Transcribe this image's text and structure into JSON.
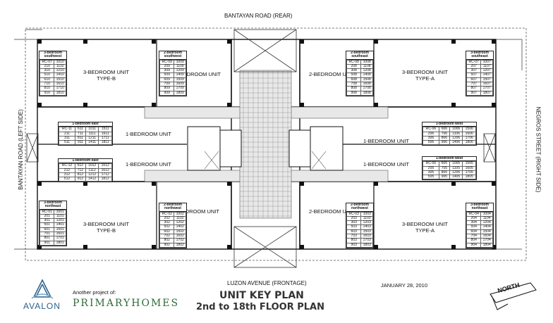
{
  "roads": {
    "top": "BANTAYAN ROAD (REAR)",
    "bottom": "LUZON AVENUE (FRONTAGE)",
    "left": "BANTAYAN ROAD (LEFT SIDE)",
    "right": "NEGROS STREET (RIGHT SIDE)"
  },
  "date": "JANUARY 28, 2010",
  "north_label": "NORTH",
  "title_line1": "UNIT KEY  PLAN",
  "title_line2": "2nd to 18th  FLOOR  PLAN",
  "brand": {
    "logo_text": "AVALON",
    "another": "Another project of:",
    "company": "PRIMARYHOMES"
  },
  "units": {
    "tl_3br": "3-BEDROOM UNIT\nTYPE-B",
    "tl_2br": "2-BEDROOM UNIT",
    "tr_2br": "2-BEDROOM UNIT",
    "tr_3br": "3-BEDROOM UNIT\nTYPE-A",
    "ml_1br_a": "1-BEDROOM UNIT",
    "ml_1br_b": "1-BEDROOM UNIT",
    "mr_1br_a": "1-BEDROOM UNIT",
    "mr_1br_b": "1-BEDROOM UNIT",
    "bl_3br": "3-BEDROOM UNIT\nTYPE-B",
    "bl_2br": "2-BEDROOM UNIT",
    "br_2br": "2-BEDROOM UNIT",
    "br_3br": "3-BEDROOM UNIT\nTYPE-A"
  },
  "tables": {
    "t3sw": {
      "title": "3-bedroom\nsouthwest",
      "rows": [
        [
          "RC-07",
          "1010"
        ],
        [
          "210",
          "1110"
        ],
        [
          "310",
          "1210"
        ],
        [
          "510",
          "1410"
        ],
        [
          "610",
          "1510"
        ],
        [
          "710",
          "1610"
        ],
        [
          "810",
          "1710"
        ],
        [
          "910",
          "1810"
        ]
      ]
    },
    "t2sw": {
      "title": "2-bedroom\nsouthwest",
      "rows": [
        [
          "RC-09",
          "1009"
        ],
        [
          "209",
          "1109"
        ],
        [
          "309",
          "1209"
        ],
        [
          "509",
          "1409"
        ],
        [
          "609",
          "1509"
        ],
        [
          "709",
          "1609"
        ],
        [
          "809",
          "1709"
        ],
        [
          "909",
          "1809"
        ]
      ]
    },
    "t2se": {
      "title": "2-bedroom\nsoutheast",
      "rows": [
        [
          "RC-08",
          "1008"
        ],
        [
          "208",
          "1108"
        ],
        [
          "308",
          "1208"
        ],
        [
          "508",
          "1408"
        ],
        [
          "608",
          "1508"
        ],
        [
          "708",
          "1608"
        ],
        [
          "808",
          "1708"
        ],
        [
          "908",
          "1808"
        ]
      ]
    },
    "t3se": {
      "title": "3-bedroom\nsoutheast",
      "rows": [
        [
          "RC-07",
          "1007"
        ],
        [
          "207",
          "1107"
        ],
        [
          "307",
          "1207"
        ],
        [
          "507",
          "1407"
        ],
        [
          "607",
          "1507"
        ],
        [
          "707",
          "1607"
        ],
        [
          "807",
          "1707"
        ],
        [
          "907",
          "1807"
        ]
      ]
    },
    "t1e_a": {
      "title": "1-bedroom east",
      "rows": [
        [
          "RC-11",
          "611",
          "1011",
          "1511"
        ],
        [
          "211",
          "711",
          "1111",
          "1611"
        ],
        [
          "311",
          "811",
          "1211",
          "1711"
        ],
        [
          "511",
          "911",
          "1411",
          "1811"
        ]
      ]
    },
    "t1e_b": {
      "title": "1-bedroom east",
      "rows": [
        [
          "RC-12",
          "612",
          "1012",
          "1512"
        ],
        [
          "212",
          "712",
          "1112",
          "1612"
        ],
        [
          "312",
          "812",
          "1212",
          "1712"
        ],
        [
          "512",
          "912",
          "1412",
          "1812"
        ]
      ]
    },
    "t1w_a": {
      "title": "1-bedroom west",
      "rows": [
        [
          "RC-06",
          "606",
          "1006",
          "1506"
        ],
        [
          "206",
          "706",
          "1106",
          "1606"
        ],
        [
          "306",
          "806",
          "1206",
          "1706"
        ],
        [
          "506",
          "906",
          "1406",
          "1806"
        ]
      ]
    },
    "t1w_b": {
      "title": "1-bedroom west",
      "rows": [
        [
          "RC-05",
          "605",
          "1005",
          "1505"
        ],
        [
          "205",
          "705",
          "1105",
          "1605"
        ],
        [
          "305",
          "805",
          "1205",
          "1705"
        ],
        [
          "505",
          "905",
          "1405",
          "1805"
        ]
      ]
    },
    "t3ne": {
      "title": "3-bedroom\nnortheast",
      "rows": [
        [
          "RC-01",
          "1001"
        ],
        [
          "201",
          "1101"
        ],
        [
          "301",
          "1201"
        ],
        [
          "501",
          "1401"
        ],
        [
          "601",
          "1501"
        ],
        [
          "701",
          "1601"
        ],
        [
          "801",
          "1701"
        ],
        [
          "901",
          "1801"
        ]
      ]
    },
    "t2nw": {
      "title": "2-bedroom\nnorthwest",
      "rows": [
        [
          "RC-02",
          "1002"
        ],
        [
          "202",
          "1102"
        ],
        [
          "302",
          "1202"
        ],
        [
          "502",
          "1402"
        ],
        [
          "602",
          "1502"
        ],
        [
          "702",
          "1602"
        ],
        [
          "802",
          "1702"
        ],
        [
          "902",
          "1802"
        ]
      ]
    },
    "t2nw2": {
      "title": "2-bedroom\nnorthwest",
      "rows": [
        [
          "RC-03",
          "1003"
        ],
        [
          "203",
          "1103"
        ],
        [
          "303",
          "1203"
        ],
        [
          "503",
          "1403"
        ],
        [
          "603",
          "1503"
        ],
        [
          "703",
          "1603"
        ],
        [
          "803",
          "1703"
        ],
        [
          "903",
          "1803"
        ]
      ]
    },
    "t3ne2": {
      "title": "3-bedroom\nnortheast",
      "rows": [
        [
          "RC-04",
          "1004"
        ],
        [
          "204",
          "1104"
        ],
        [
          "304",
          "1204"
        ],
        [
          "504",
          "1404"
        ],
        [
          "604",
          "1504"
        ],
        [
          "704",
          "1604"
        ],
        [
          "804",
          "1704"
        ],
        [
          "904",
          "1804"
        ]
      ]
    }
  }
}
